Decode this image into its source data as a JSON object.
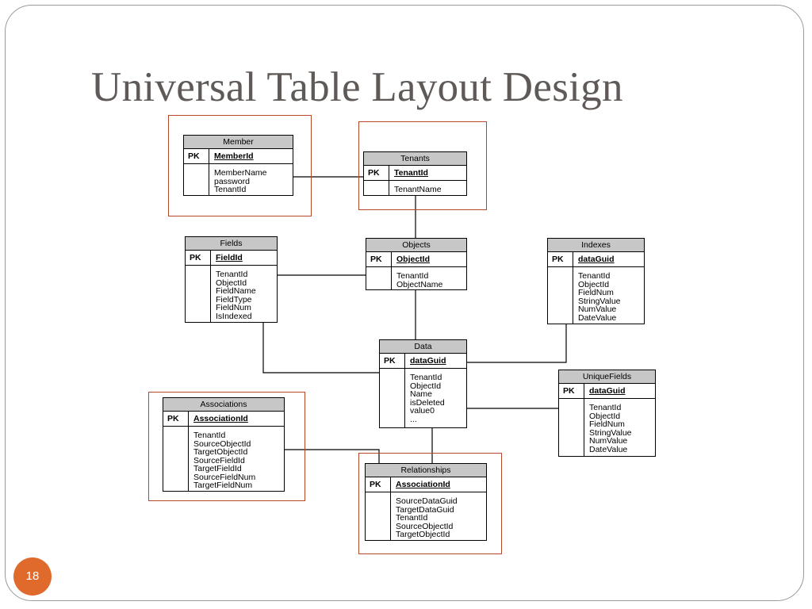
{
  "title": "Universal Table Layout Design",
  "slide_number": "18",
  "pk_label": "PK",
  "tables": {
    "member": {
      "name": "Member",
      "pk": "MemberId",
      "fields": [
        "MemberName",
        "password",
        "TenantId"
      ]
    },
    "tenants": {
      "name": "Tenants",
      "pk": "TenantId",
      "fields": [
        "TenantName"
      ]
    },
    "fields": {
      "name": "Fields",
      "pk": "FieldId",
      "fields": [
        "TenantId",
        "ObjectId",
        "FieldName",
        "FieldType",
        "FieldNum",
        "IsIndexed"
      ]
    },
    "objects": {
      "name": "Objects",
      "pk": "ObjectId",
      "fields": [
        "TenantId",
        "ObjectName"
      ]
    },
    "indexes": {
      "name": "Indexes",
      "pk": "dataGuid",
      "fields": [
        "TenantId",
        "ObjectId",
        "FieldNum",
        "StringValue",
        "NumValue",
        "DateValue"
      ]
    },
    "data": {
      "name": "Data",
      "pk": "dataGuid",
      "fields": [
        "TenantId",
        "ObjectId",
        "Name",
        "isDeleted",
        "value0",
        "..."
      ]
    },
    "uniquefields": {
      "name": "UniqueFields",
      "pk": "dataGuid",
      "fields": [
        "TenantId",
        "ObjectId",
        "FieldNum",
        "StringValue",
        "NumValue",
        "DateValue"
      ]
    },
    "associations": {
      "name": "Associations",
      "pk": "AssociationId",
      "fields": [
        "TenantId",
        "SourceObjectId",
        "TargetObjectId",
        "SourceFieldId",
        "TargetFieldId",
        "SourceFieldNum",
        "TargetFieldNum"
      ]
    },
    "relationships": {
      "name": "Relationships",
      "pk": "AssociationId",
      "fields": [
        "SourceDataGuid",
        "TargetDataGuid",
        "TenantId",
        "SourceObjectId",
        "TargetObjectId"
      ]
    }
  },
  "colors": {
    "highlight_border": "#b5472a",
    "table_header": "#c7c7c7",
    "title_text": "#5f5a57",
    "badge": "#e06a2c"
  }
}
